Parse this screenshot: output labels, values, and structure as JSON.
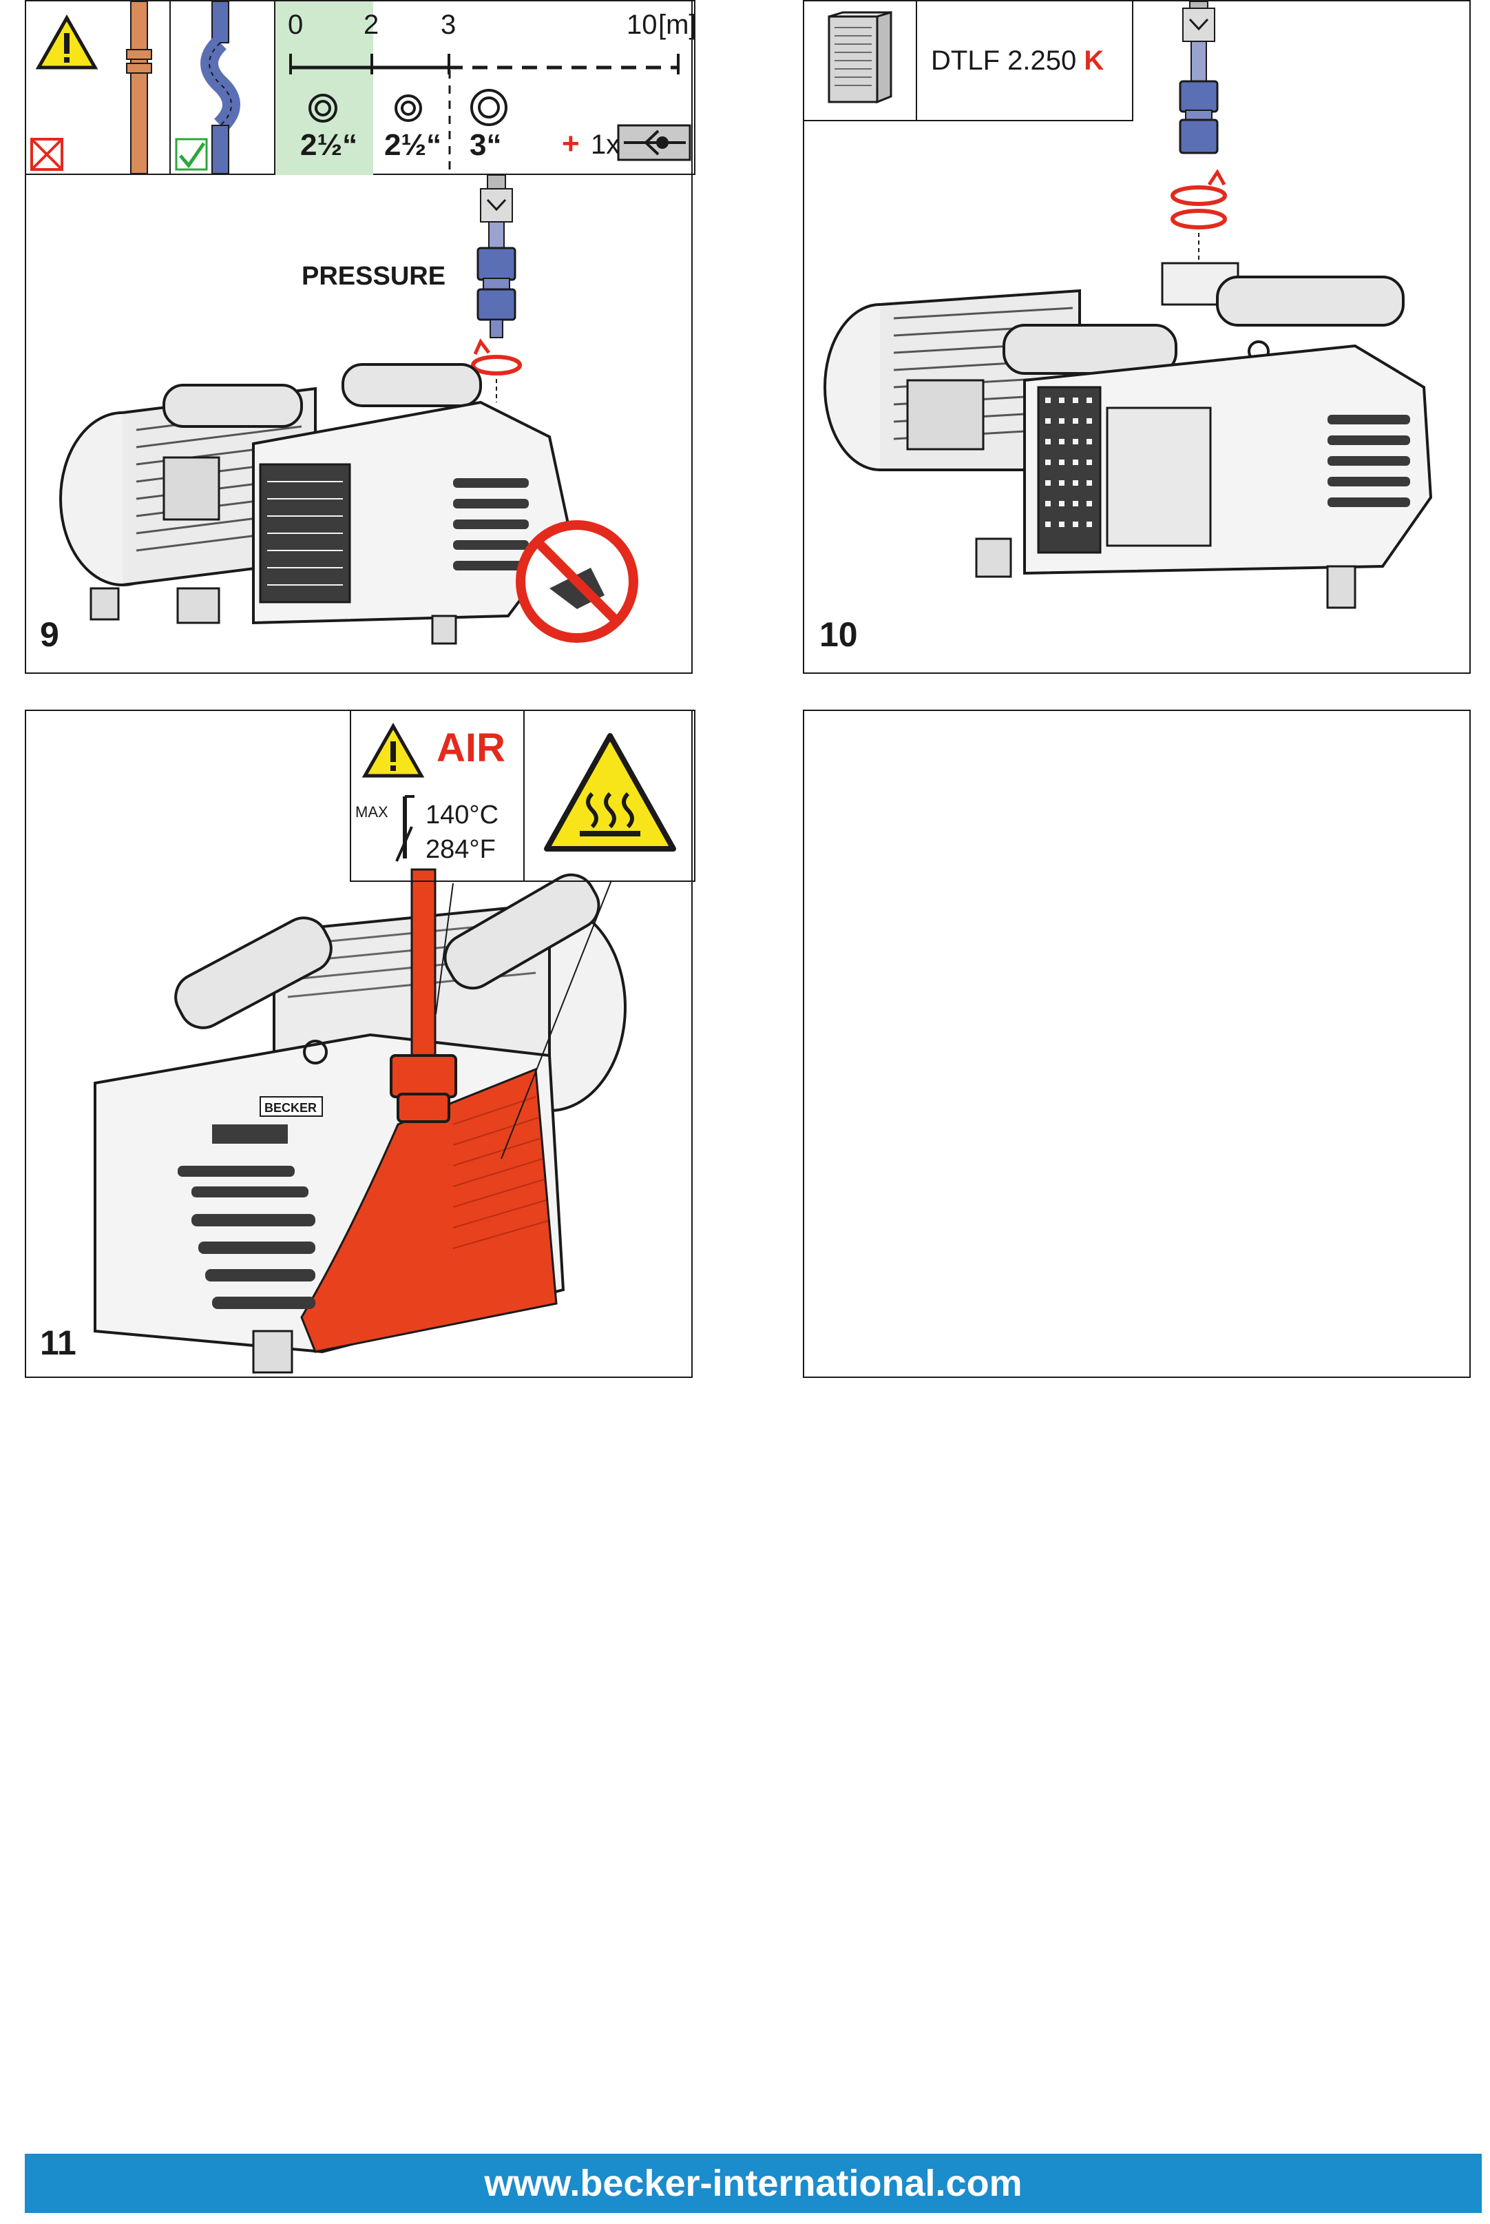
{
  "step9": {
    "number": "9",
    "scale": {
      "t0": "0",
      "t2": "2",
      "t3": "3",
      "t10": "10",
      "unit": "[m]"
    },
    "sizes": {
      "s1": "2½“",
      "s2": "2½“",
      "s3": "3“"
    },
    "plus": "+",
    "qty": "1x",
    "pressure_label": "PRESSURE"
  },
  "step10": {
    "number": "10",
    "filter_code": "DTLF 2.250",
    "filter_suffix": "K"
  },
  "step11": {
    "number": "11",
    "air_label": "AIR",
    "max_label": "MAX",
    "temp_c": "140°C",
    "temp_f": "284°F",
    "brand_plate": "BECKER"
  },
  "footer": {
    "url": "www.becker-international.com"
  },
  "colors": {
    "accent_red": "#e32a1d",
    "pipe_blue": "#5b6fb5",
    "pipe_copper": "#d98b5a",
    "hot_orange": "#e8411e",
    "footer_blue": "#1b8ccc",
    "range_green": "#cfe9cf",
    "warning_yellow": "#f7e51a"
  }
}
